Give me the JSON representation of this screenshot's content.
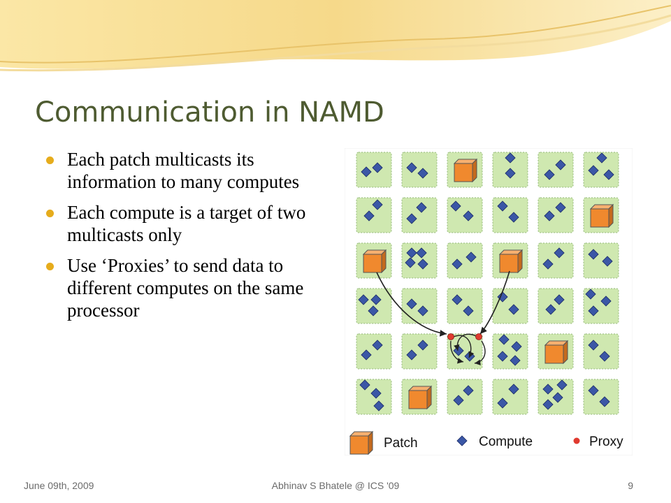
{
  "slide": {
    "title": "Communication in NAMD",
    "bullets": [
      "Each patch multicasts its information to many computes",
      "Each compute is a target of two multicasts only",
      "Use ‘Proxies’ to send data to different computes on the same processor"
    ]
  },
  "figure": {
    "legend": {
      "patch": "Patch",
      "compute": "Compute",
      "proxy": "Proxy"
    }
  },
  "footer": {
    "date": "June 09th, 2009",
    "center": "Abhinav S Bhatele @ ICS '09",
    "page": "9"
  },
  "colors": {
    "title": "#4e5b31",
    "bullet": "#e6ac1c",
    "cell_fill": "#cfe8b0",
    "patch": "#f0892e",
    "compute": "#3b57a6",
    "proxy": "#e03a2f"
  }
}
